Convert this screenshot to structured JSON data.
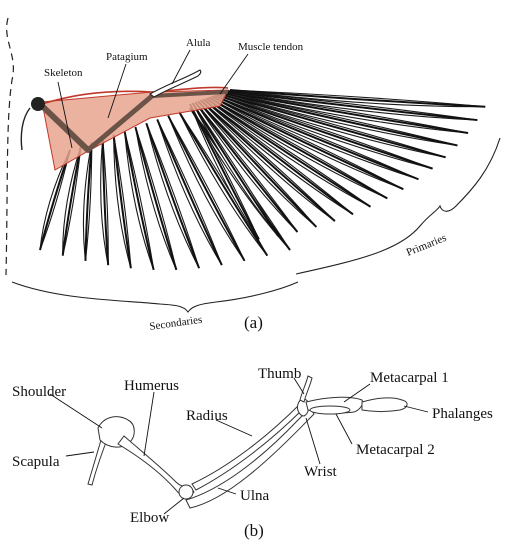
{
  "panel_a": {
    "caption": "(a)",
    "labels": {
      "skeleton": "Skeleton",
      "patagium": "Patagium",
      "alula": "Alula",
      "muscle_tendon": "Muscle tendon",
      "primaries": "Primaries",
      "secondaries": "Secondaries"
    },
    "colors": {
      "patagium_fill": "#e8a48f",
      "tendon": "#c0392b",
      "skeleton": "#6b5347"
    }
  },
  "panel_b": {
    "caption": "(b)",
    "labels": {
      "shoulder": "Shoulder",
      "scapula": "Scapula",
      "humerus": "Humerus",
      "elbow": "Elbow",
      "radius": "Radius",
      "ulna": "Ulna",
      "thumb": "Thumb",
      "wrist": "Wrist",
      "metacarpal_1": "Metacarpal 1",
      "metacarpal_2": "Metacarpal 2",
      "phalanges": "Phalanges"
    }
  }
}
